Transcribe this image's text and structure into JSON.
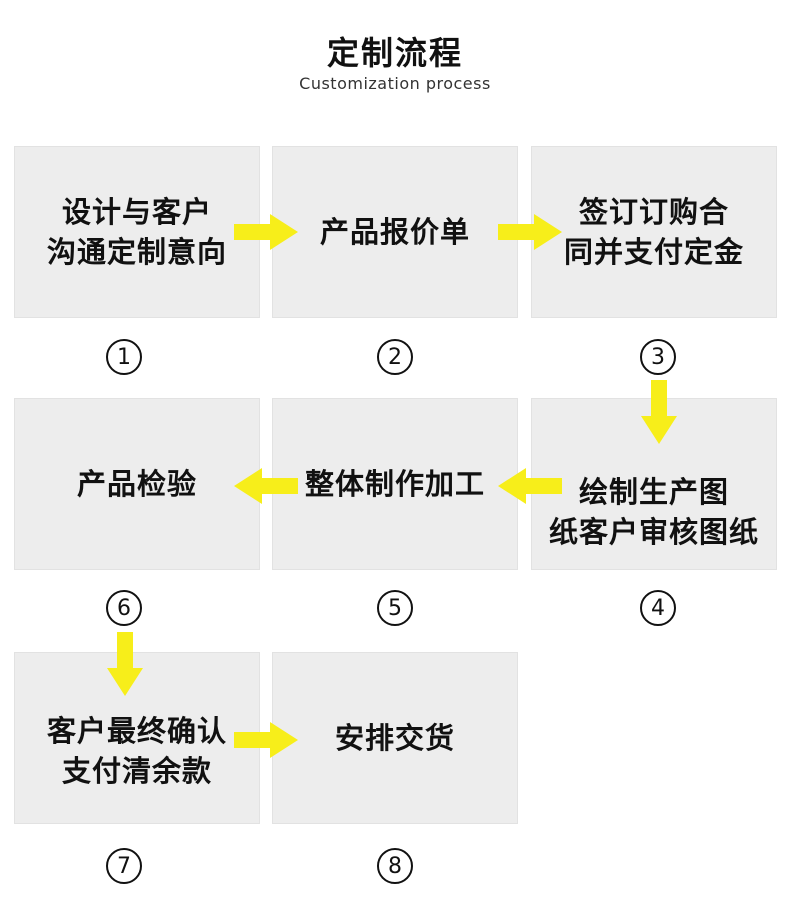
{
  "header": {
    "title": "定制流程",
    "subtitle": "Customization process"
  },
  "steps": [
    {
      "number": "1",
      "text": "设计与客户\n沟通定制意向"
    },
    {
      "number": "2",
      "text": "产品报价单"
    },
    {
      "number": "3",
      "text": "签订订购合\n同并支付定金"
    },
    {
      "number": "4",
      "text": "绘制生产图\n纸客户审核图纸"
    },
    {
      "number": "5",
      "text": "整体制作加工"
    },
    {
      "number": "6",
      "text": "产品检验"
    },
    {
      "number": "7",
      "text": "客户最终确认\n支付清余款"
    },
    {
      "number": "8",
      "text": "安排交货"
    }
  ],
  "colors": {
    "arrow": "#f7ee1a",
    "box": "#ededed"
  }
}
